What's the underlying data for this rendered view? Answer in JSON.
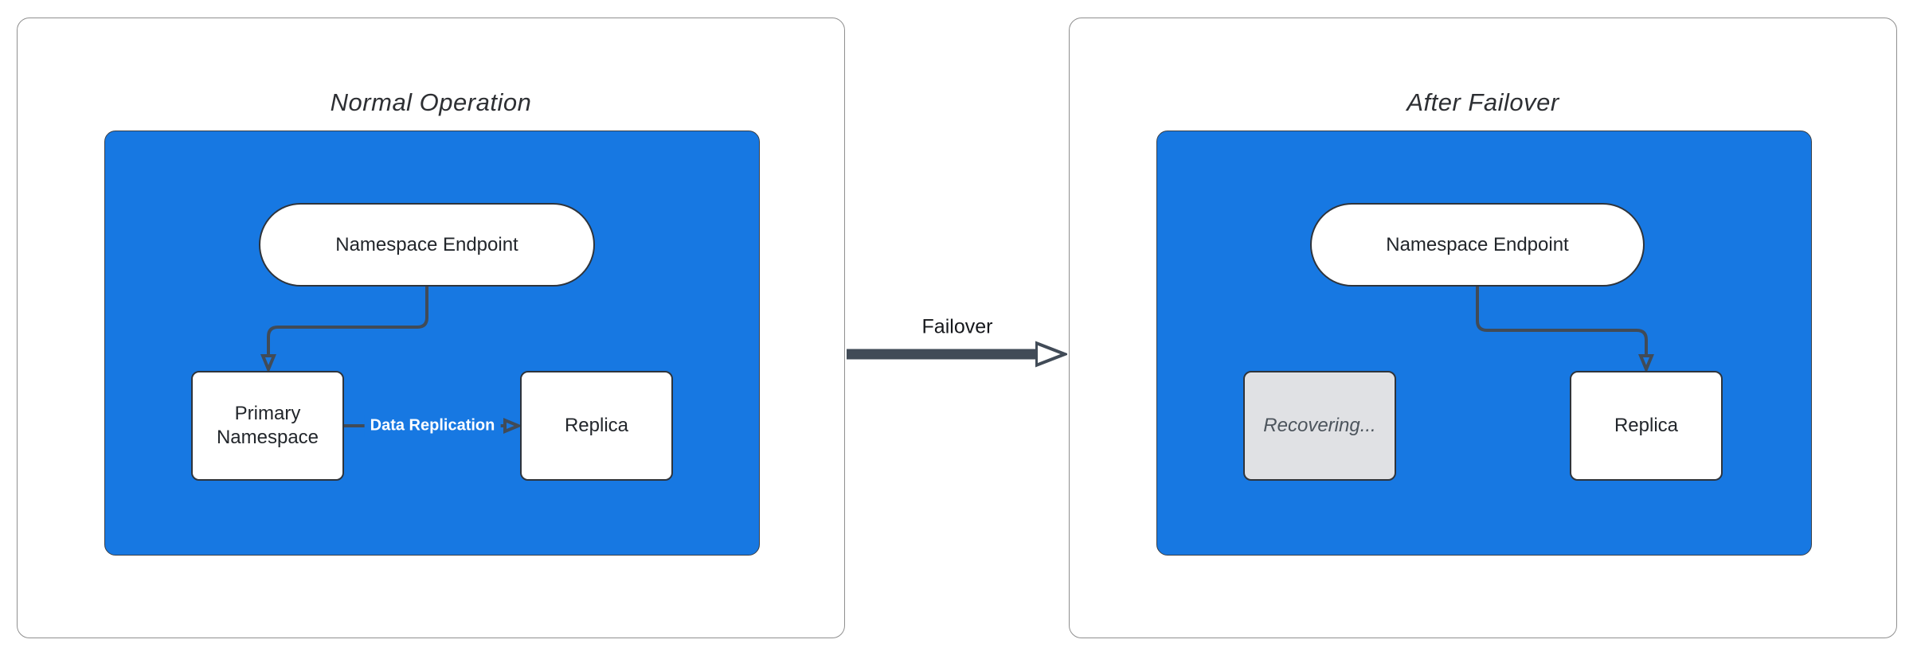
{
  "theme": {
    "blue": "#1778e2",
    "edge": "#414b57",
    "node-border": "#2f343b",
    "panel-border": "#8f8f8f",
    "gray-fill": "#e0e1e4",
    "gray-text": "#4c545c",
    "title-text": "#2d2f33",
    "node-text": "#22262b",
    "label-on-blue": "#ffffff",
    "arrow-label-text": "#16181c"
  },
  "panels": [
    {
      "title": "Normal Operation",
      "nodes": {
        "endpoint": "Namespace Endpoint",
        "primary": "Primary Namespace",
        "replica": "Replica"
      },
      "edge_label": "Data Replication"
    },
    {
      "title": "After Failover",
      "nodes": {
        "endpoint": "Namespace Endpoint",
        "recovering": "Recovering...",
        "replica": "Replica"
      }
    }
  ],
  "transition": {
    "label": "Failover"
  }
}
